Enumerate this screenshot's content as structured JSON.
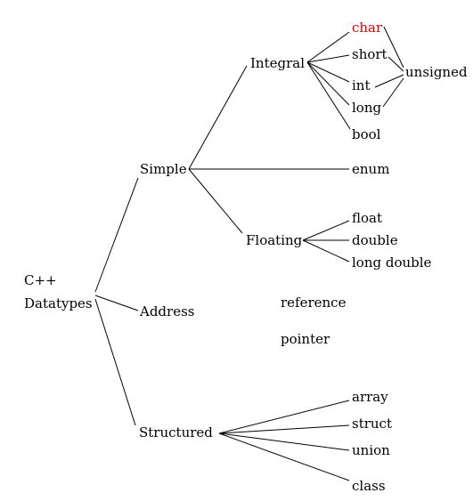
{
  "colors": {
    "background": "#ffffff",
    "text": "#000000",
    "highlight": "#dd0000",
    "line": "#000000"
  },
  "diagram": {
    "root_line1": "C++",
    "root_line2": "Datatypes",
    "simple": "Simple",
    "address": "Address",
    "structured": "Structured",
    "integral": "Integral",
    "floating": "Floating",
    "enum": "enum",
    "char": "char",
    "short": "short",
    "int": "int",
    "long": "long",
    "bool": "bool",
    "unsigned": "unsigned",
    "float": "float",
    "double": "double",
    "long_double": "long double",
    "reference": "reference",
    "pointer": "pointer",
    "array": "array",
    "struct": "struct",
    "union": "union",
    "class": "class"
  }
}
